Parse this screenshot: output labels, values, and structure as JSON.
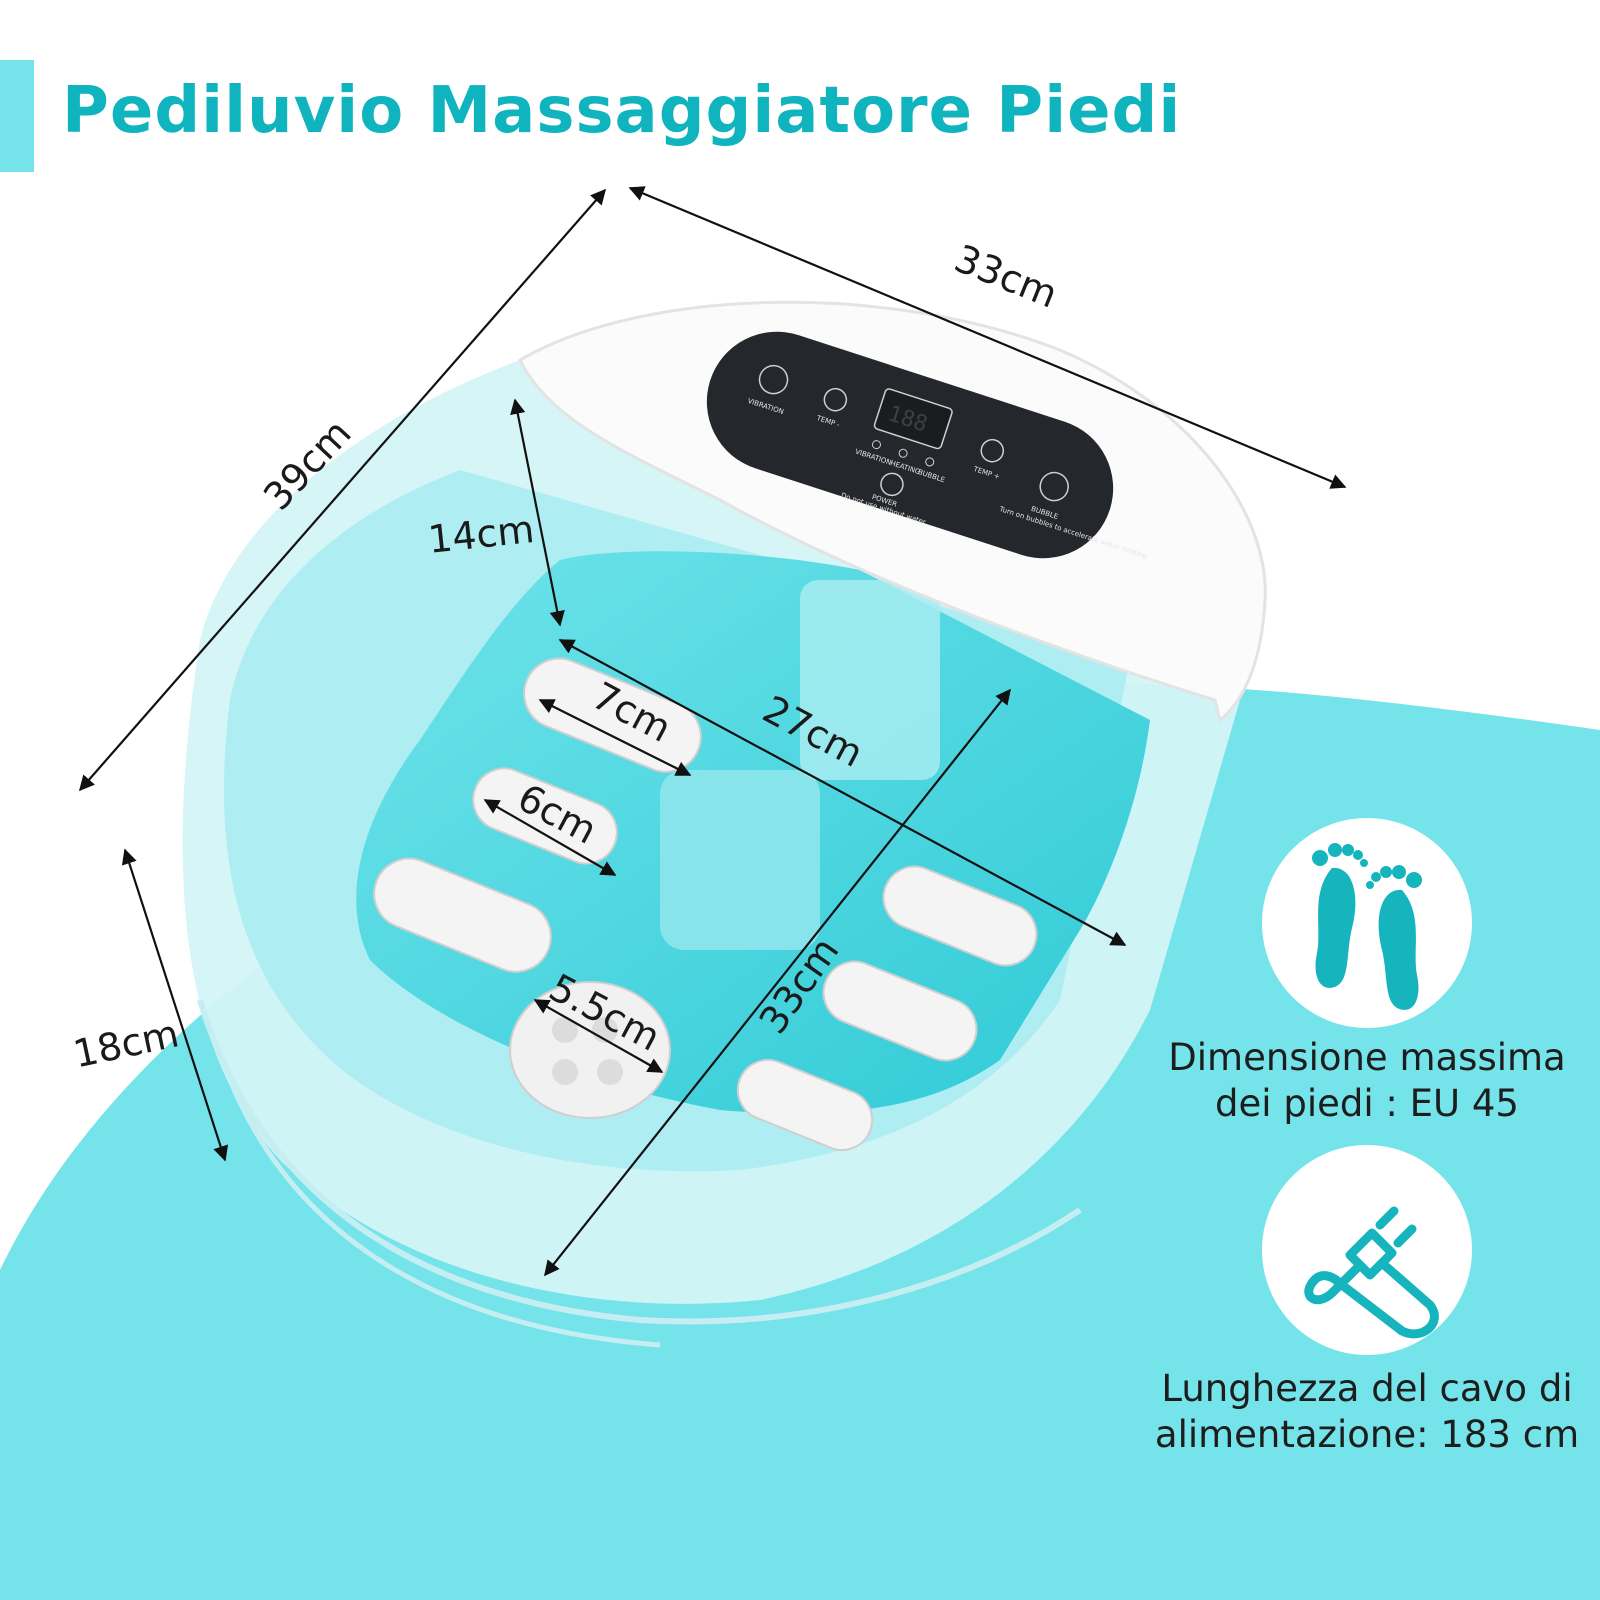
{
  "title": "Pediluvio Massaggiatore Piedi",
  "colors": {
    "accent": "#0fb4be",
    "background_wave": "#74e3ea",
    "basin": "#bfeff3",
    "tray": "#3ed2dc"
  },
  "dimensions": {
    "top_width": "33cm",
    "depth": "39cm",
    "water_depth": "14cm",
    "height": "18cm",
    "inner_width": "27cm",
    "inner_length": "33cm",
    "roller_large": "7cm",
    "roller_small": "6cm",
    "disc": "5.5cm"
  },
  "control_panel": {
    "vibration": "VIBRATION",
    "temp_minus": "TEMP -",
    "temp_plus": "TEMP +",
    "display": "188",
    "ind_vibration": "VIBRATION",
    "ind_heating": "HEATING",
    "ind_bubble": "BUBBLE",
    "power": "POWER",
    "power_note": "Do not use without water",
    "bubble": "BUBBLE",
    "bubble_note": "Turn on bubbles to accelerate water heating"
  },
  "features": [
    {
      "icon": "feet-icon",
      "line1": "Dimensione massima",
      "line2": "dei piedi : EU 45"
    },
    {
      "icon": "power-plug-icon",
      "line1": "Lunghezza del cavo di",
      "line2": "alimentazione: 183 cm"
    }
  ]
}
